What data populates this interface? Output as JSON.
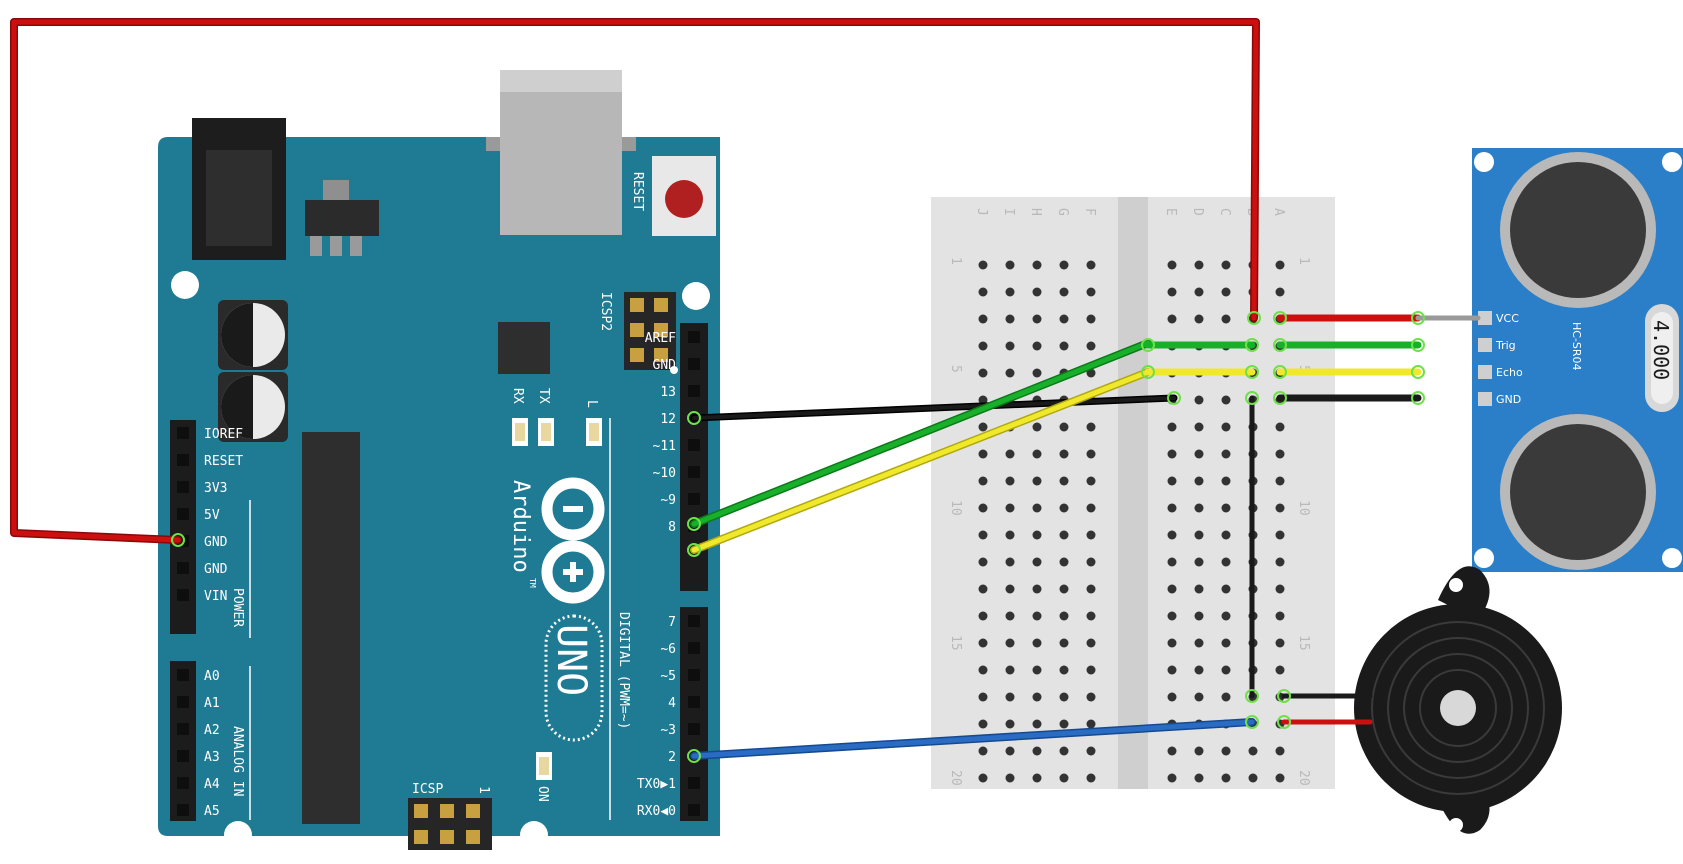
{
  "arduino": {
    "reset_label": "RESET",
    "icsp2_label": "ICSP2",
    "icsp_label": "ICSP",
    "icsp_pin1": "1",
    "rx_label": "RX",
    "tx_label": "TX",
    "l_label": "L",
    "on_label": "ON",
    "brand": "Arduino",
    "tm": "TM",
    "model": "UNO",
    "digital_label": "DIGITAL (PWM=~)",
    "power_label": "POWER",
    "analog_label": "ANALOG IN",
    "power_pins": [
      "IOREF",
      "RESET",
      "3V3",
      "5V",
      "GND",
      "GND",
      "VIN"
    ],
    "analog_pins": [
      "A0",
      "A1",
      "A2",
      "A3",
      "A4",
      "A5"
    ],
    "digital_pins_upper": [
      "AREF",
      "GND",
      "13",
      "12",
      "~11",
      "~10",
      "~9",
      "8"
    ],
    "digital_pins_lower": [
      "7",
      "~6",
      "~5",
      "4",
      "~3",
      "2",
      "TX0▶1",
      "RX0◀0"
    ]
  },
  "breadboard": {
    "columns_left": [
      "J",
      "I",
      "H",
      "G",
      "F"
    ],
    "columns_right": [
      "E",
      "D",
      "C",
      "B",
      "A"
    ],
    "row_numbers": [
      "1",
      "5",
      "10",
      "15",
      "20"
    ]
  },
  "sensor": {
    "model": "HC-SR04",
    "pins": [
      "VCC",
      "Trig",
      "Echo",
      "GND"
    ],
    "crystal": "4.000"
  },
  "colors": {
    "board": "#1f7a94",
    "wire_red": "#cc1010",
    "wire_green": "#18b02a",
    "wire_yellow": "#f0e82a",
    "wire_black": "#1a1a1a",
    "wire_blue": "#2a6cc4",
    "sensor_blue": "#2a7fc8"
  }
}
